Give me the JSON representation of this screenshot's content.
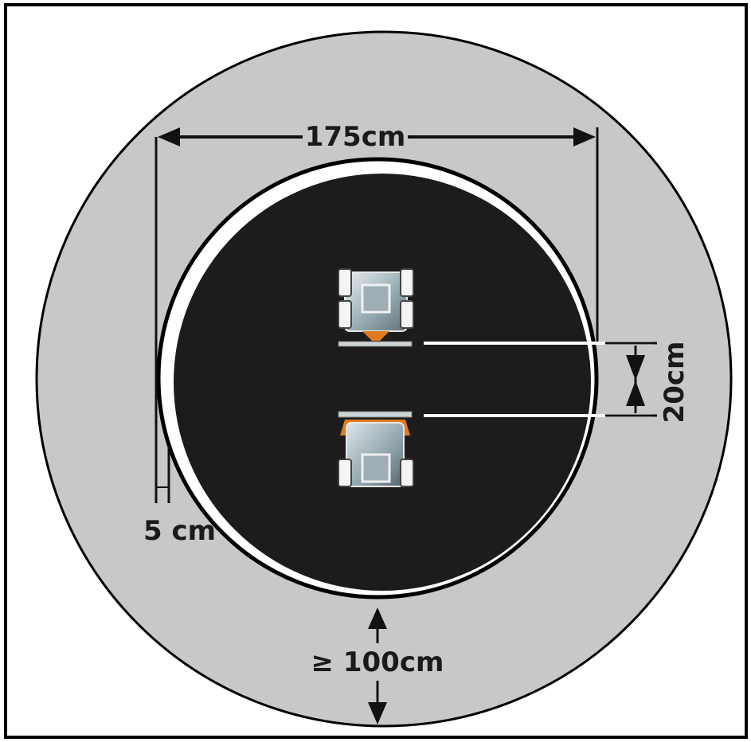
{
  "labels": {
    "diameter": "175cm",
    "gap": "20cm",
    "wall": "5 cm",
    "clearance": "≥ 100cm"
  },
  "colors": {
    "frame": "#000000",
    "outer_area": "#c8c8c8",
    "track_ring": "#ffffff",
    "arena_floor": "#1c1c1c",
    "robot_body": "#9aa7ae",
    "robot_accent": "#e07a1f",
    "dimension_line": "#111111",
    "reference_line": "#ffffff"
  },
  "icons": {
    "robot_top": "robot-icon",
    "robot_bottom": "robot-icon"
  }
}
